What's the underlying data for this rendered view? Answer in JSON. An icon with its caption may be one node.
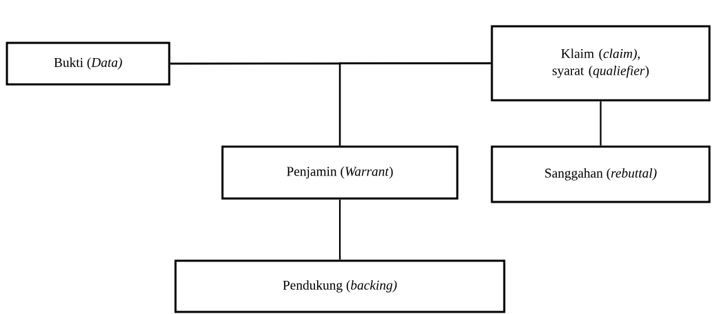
{
  "diagram": {
    "nodes": [
      {
        "text": [
          "Bukti (*Data)*"
        ]
      },
      {
        "text": [
          "Klaim (*claim)*, syarat (*qualiefier*)"
        ]
      },
      {
        "text": [
          "Penjamin (*Warrant*)"
        ]
      },
      {
        "text": [
          "Sanggahan (*rebuttal)*"
        ]
      },
      {
        "text": [
          "Pendukung (*backing)*"
        ]
      }
    ],
    "edges": [
      {
        "from": 0,
        "to": 1,
        "arrow": "none"
      },
      {
        "from": 2,
        "to": 0,
        "arrow": "none"
      },
      {
        "from": 2,
        "to": 1,
        "arrow": "none"
      },
      {
        "from": 1,
        "to": 3,
        "arrow": "none"
      },
      {
        "from": 2,
        "to": 4,
        "arrow": "none"
      }
    ]
  }
}
